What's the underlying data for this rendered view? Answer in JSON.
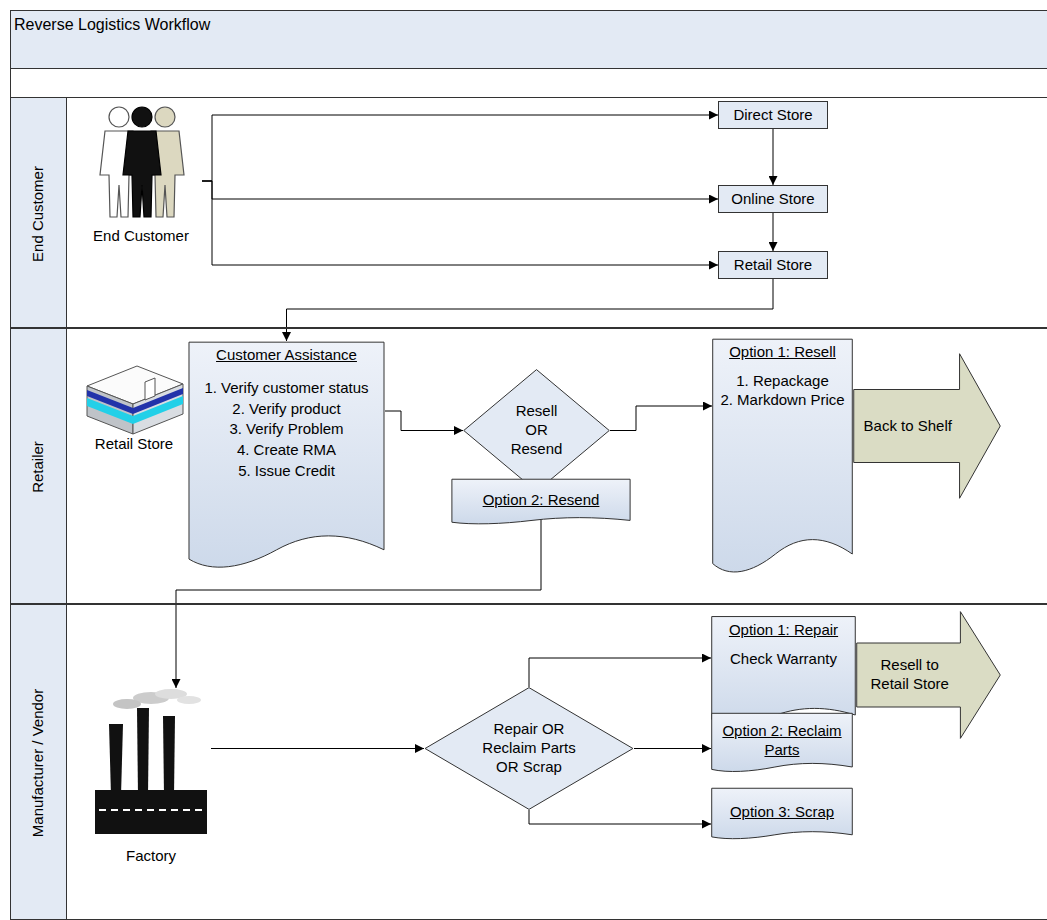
{
  "diagram": {
    "title": "Reverse Logistics Workflow",
    "nodes": [
      {
        "text": [
          "End Customer"
        ]
      },
      {
        "text": [
          "End Customer"
        ],
        "in": 0
      },
      {
        "text": [
          "Direct Store"
        ],
        "in": 0
      },
      {
        "text": [
          "Online Store"
        ],
        "in": 0
      },
      {
        "text": [
          "Retail Store"
        ],
        "in": 0
      },
      {
        "text": [
          "Retailer"
        ]
      },
      {
        "text": [
          "Retail Store"
        ],
        "in": 5
      },
      {
        "text": [
          "Customer Assistance",
          "1. Verify customer status",
          "2. Verify product",
          "3. Verify Problem",
          "4. Create RMA",
          "5. Issue Credit"
        ],
        "in": 5
      },
      {
        "text": [
          "Resell OR Resend"
        ],
        "in": 5
      },
      {
        "text": [
          "Option 2: Resend"
        ],
        "in": 5
      },
      {
        "text": [
          "Option 1: Resell",
          "1. Repackage",
          "2. Markdown Price"
        ],
        "in": 5
      },
      {
        "text": [
          "Back to Shelf"
        ],
        "in": 5
      },
      {
        "text": [
          "Manufacturer / Vendor"
        ]
      },
      {
        "text": [
          "Factory"
        ],
        "in": 12
      },
      {
        "text": [
          "Repair OR Reclaim Parts OR Scrap"
        ],
        "in": 12
      },
      {
        "text": [
          "Option 1: Repair",
          "Check Warranty"
        ],
        "in": 12
      },
      {
        "text": [
          "Resell to Retail Store"
        ],
        "in": 12
      },
      {
        "text": [
          "Option 2: Reclaim Parts"
        ],
        "in": 12
      },
      {
        "text": [
          "Option 3: Scrap"
        ],
        "in": 12
      }
    ],
    "edges": [
      {
        "from": 1,
        "to": 2,
        "arrow": "to"
      },
      {
        "from": 1,
        "to": 3,
        "arrow": "to"
      },
      {
        "from": 1,
        "to": 4,
        "arrow": "to"
      },
      {
        "from": 2,
        "to": 3,
        "arrow": "to"
      },
      {
        "from": 3,
        "to": 4,
        "arrow": "to"
      },
      {
        "from": 4,
        "to": 7,
        "arrow": "to"
      },
      {
        "from": 7,
        "to": 8,
        "arrow": "to"
      },
      {
        "from": 8,
        "to": 10,
        "arrow": "to"
      },
      {
        "from": 8,
        "to": 9,
        "arrow": "to"
      },
      {
        "from": 9,
        "to": 13,
        "arrow": "to"
      },
      {
        "from": 13,
        "to": 14,
        "arrow": "to"
      },
      {
        "from": 14,
        "to": 15,
        "arrow": "to"
      },
      {
        "from": 14,
        "to": 17,
        "arrow": "to"
      },
      {
        "from": 14,
        "to": 18,
        "arrow": "to"
      }
    ]
  }
}
